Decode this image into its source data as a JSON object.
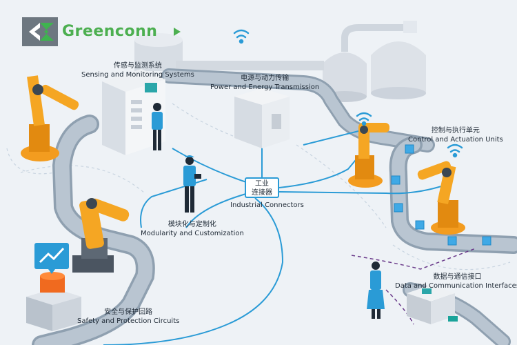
{
  "brand": {
    "name": "Greenconn"
  },
  "labels": {
    "sensing": {
      "zh": "传感与监测系统",
      "en": "Sensing and Monitoring Systems"
    },
    "power": {
      "zh": "电源与动力传输",
      "en": "Power and Energy Transmission"
    },
    "control": {
      "zh": "控制与执行单元",
      "en": "Control and Actuation Units"
    },
    "connectors": {
      "zh_line1": "工业",
      "zh_line2": "连接器",
      "en": "Industrial Connectors"
    },
    "modularity": {
      "zh": "模块化与定制化",
      "en": "Modularity and Customization"
    },
    "safety": {
      "zh": "安全与保护回路",
      "en": "Safety and Protection Circuits"
    },
    "data": {
      "zh": "数据与通信接口",
      "en": "Data and Communication Interfaces"
    }
  },
  "colors": {
    "accent": "#2a9bd6",
    "robot_orange": "#f39c1f",
    "brand_green": "#4caf50",
    "alarm_red": "#f06a1f",
    "data_dashed": "#6a3a8a"
  }
}
